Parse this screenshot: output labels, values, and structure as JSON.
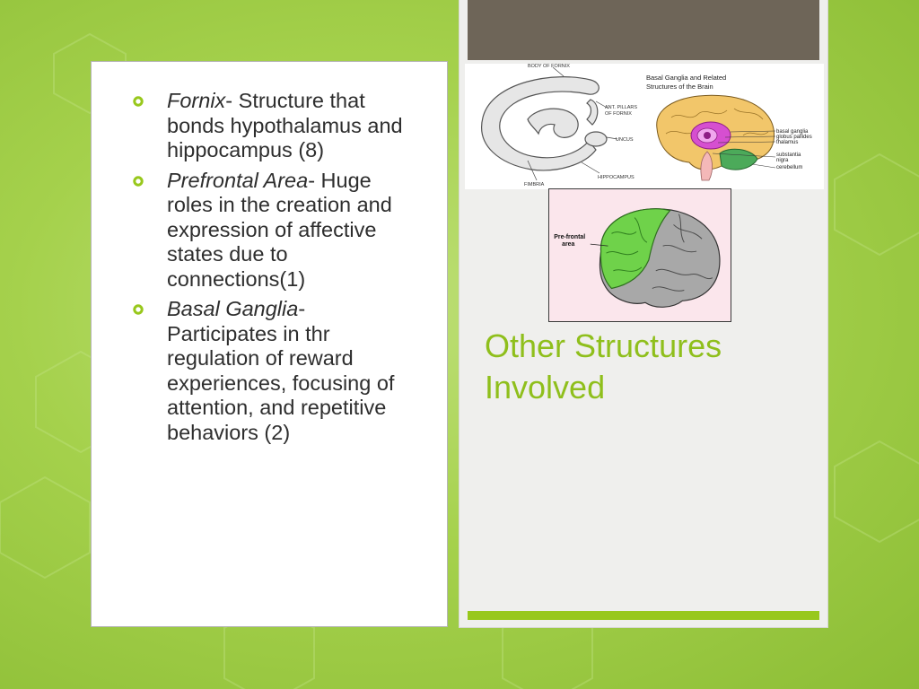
{
  "slide": {
    "title": "Other Structures Involved",
    "accent_color": "#98c81c",
    "band_color": "#6e6558"
  },
  "bullets": [
    {
      "term": "Fornix",
      "text": "- Structure that bonds hypothalamus and hippocampus (8)"
    },
    {
      "term": "Prefrontal Area",
      "text": "- Huge roles in the creation and expression of affective states due to connections(1)"
    },
    {
      "term": "Basal Ganglia",
      "text": "- Participates in thr regulation of reward experiences, focusing of attention, and repetitive behaviors (2)"
    }
  ],
  "images": {
    "fornix": {
      "labels": [
        "BODY OF FORNIX",
        "ANT. PILLARS",
        "OF FORNIX",
        "UNCUS",
        "FIMBRIA",
        "HIPPOCAMPUS"
      ]
    },
    "basal_ganglia": {
      "title_line1": "Basal Ganglia and Related",
      "title_line2": "Structures of the Brain",
      "labels": [
        "basal ganglia",
        "globus pallides",
        "thalamus",
        "substantia",
        "nigra",
        "cerebellum"
      ]
    },
    "prefrontal": {
      "label_line1": "Pre-frontal",
      "label_line2": "area"
    }
  }
}
